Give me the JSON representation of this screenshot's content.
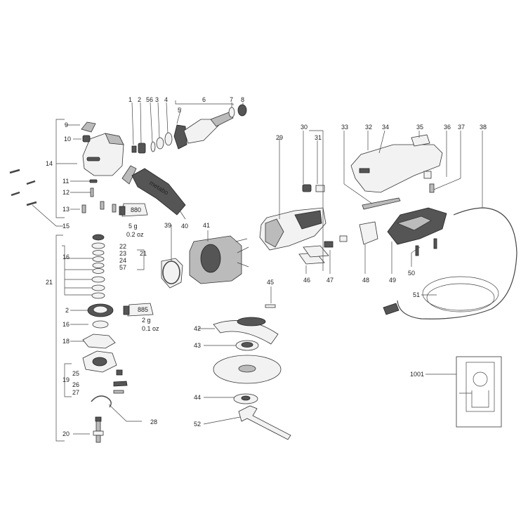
{
  "labels": {
    "l1": "1",
    "l2": "2",
    "l3": "3",
    "l4": "4",
    "l5": "5",
    "l56": "56",
    "l6": "6",
    "l7": "7",
    "l8": "8",
    "l9": "9",
    "l10": "10",
    "l11": "11",
    "l12": "12",
    "l13": "13",
    "l14": "14",
    "l15": "15",
    "l16a": "16",
    "l16b": "16",
    "l18": "18",
    "l19": "19",
    "l20": "20",
    "l21a": "21",
    "l21b": "21",
    "l2b": "2",
    "l22": "22",
    "l23": "23",
    "l24": "24",
    "l57": "57",
    "l25": "25",
    "l26": "26",
    "l27": "27",
    "l28": "28",
    "l29": "29",
    "l30": "30",
    "l31": "31",
    "l32": "32",
    "l33": "33",
    "l34": "34",
    "l35": "35",
    "l36": "36",
    "l37": "37",
    "l38": "38",
    "l39": "39",
    "l40": "40",
    "l41": "41",
    "l42": "42",
    "l43": "43",
    "l44": "44",
    "l45": "45",
    "l46": "46",
    "l47": "47",
    "l48": "48",
    "l49": "49",
    "l50": "50",
    "l51": "51",
    "l52": "52",
    "l1001": "1001"
  },
  "grease_upper": {
    "tube": "880",
    "amount_g": "5 g",
    "amount_oz": "0.2 oz"
  },
  "grease_lower": {
    "tube": "885",
    "amount_g": "2 g",
    "amount_oz": "0.1 oz"
  },
  "handle_brand": "metabo"
}
